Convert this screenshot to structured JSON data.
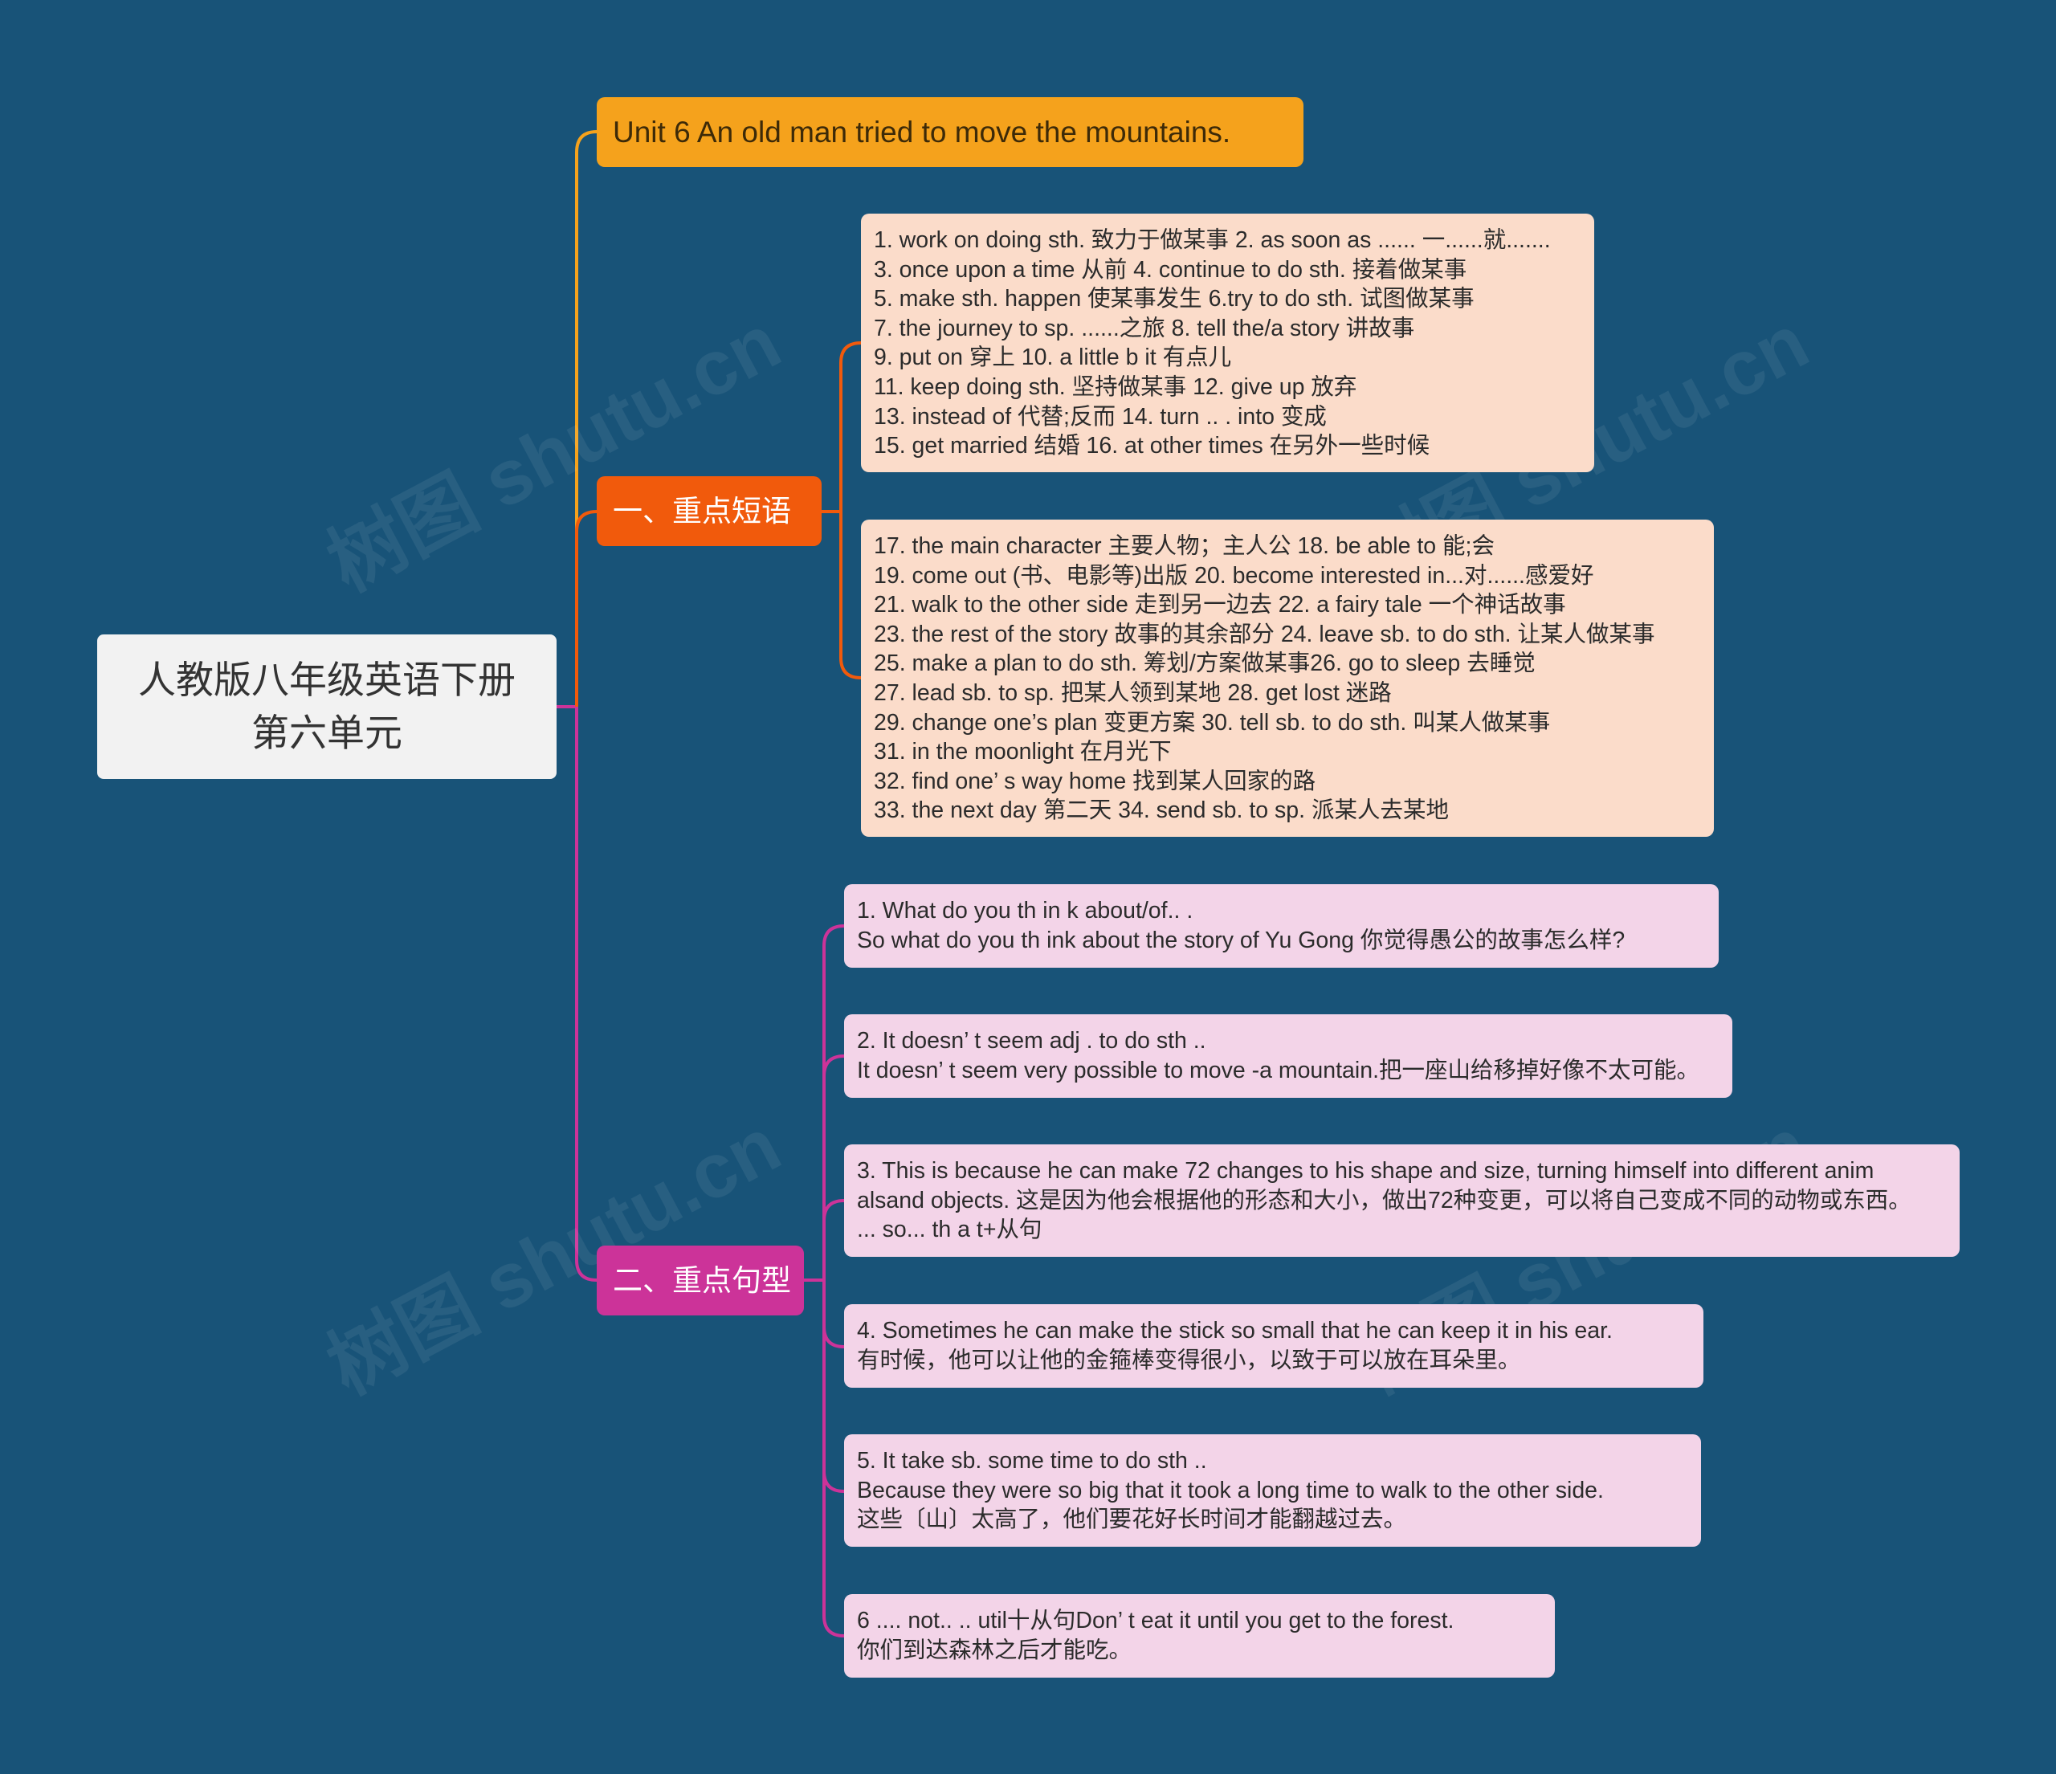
{
  "colors": {
    "background": "#185378",
    "root": "#f2f2f2",
    "title": "#f5a21c",
    "branch_phrases": "#f15a0c",
    "branch_sentences": "#cc3399",
    "phrase_leaf": "#fbdcca",
    "sentence_leaf": "#f3d4e8"
  },
  "root": {
    "lines": [
      "人教版八年级英语下册",
      "第六单元"
    ]
  },
  "title": "Unit 6 An old man tried to move the mountains.",
  "phrases": {
    "label": "一、重点短语",
    "groups": [
      {
        "lines": [
          "1. work on doing sth. 致力于做某事   2. as soon as ...... 一......就.......",
          "3. once upon a time 从前     4. continue to do sth. 接着做某事",
          "5. make sth. happen 使某事发生    6.try to do sth. 试图做某事",
          "7. the journey to sp. ......之旅     8. tell the/a story 讲故事",
          "9. put on 穿上       10. a little b it 有点儿",
          "11. keep doing sth. 坚持做某事    12. give up 放弃",
          "13. instead of 代替;反而      14. turn .. . into 变成",
          "15. get married 结婚      16. at other times 在另外一些时候"
        ]
      },
      {
        "lines": [
          "17. the main character 主要人物；主人公 18. be able to 能;会",
          "19. come out (书、电影等)出版    20. become interested in...对......感爱好",
          "21. walk to the other side 走到另一边去 22. a fairy tale 一个神话故事",
          "23. the rest of the story 故事的其余部分 24. leave sb. to do sth. 让某人做某事",
          "25. make a plan to do sth. 筹划/方案做某事26. go to sleep 去睡觉",
          "27. lead sb. to sp. 把某人领到某地   28. get lost 迷路",
          "29. change one’s plan 变更方案    30. tell sb. to do sth. 叫某人做某事",
          "31. in the moonlight 在月光下",
          "32. find one’  s way home 找到某人回家的路",
          "33. the next day 第二天      34. send sb. to sp. 派某人去某地"
        ]
      }
    ]
  },
  "sentences": {
    "label": "二、重点句型",
    "items": [
      {
        "lines": [
          "1. What do you th in k about/of.. .",
          "So what do you th ink about the story of Yu Gong 你觉得愚公的故事怎么样?"
        ]
      },
      {
        "lines": [
          "2. It doesn’  t seem  adj . to do sth ..",
          "It doesn’  t seem very possible to move -a mountain.把一座山给移掉好像不太可能。"
        ]
      },
      {
        "lines": [
          "3. This is because he can make 72 changes to his shape and size, turning himself into different anim",
          "alsand objects. 这是因为他会根据他的形态和大小，做出72种变更，可以将自己变成不同的动物或东西。",
          "... so... th a t+从句"
        ]
      },
      {
        "lines": [
          "4. Sometimes he can make the stick so small that he can keep it in his ear.",
          "有时候，他可以让他的金箍棒变得很小，以致于可以放在耳朵里。"
        ]
      },
      {
        "lines": [
          "5. It take sb. some time to do sth ..",
          "Because they were so big that it took a long time to walk to the other side.",
          "这些〔山〕太高了，他们要花好长时间才能翻越过去。"
        ]
      },
      {
        "lines": [
          "6 .... not.. .. util十从句Don’  t eat it until you get to the forest.",
          "你们到达森林之后才能吃。"
        ]
      }
    ]
  },
  "watermark": "树图 shutu.cn"
}
